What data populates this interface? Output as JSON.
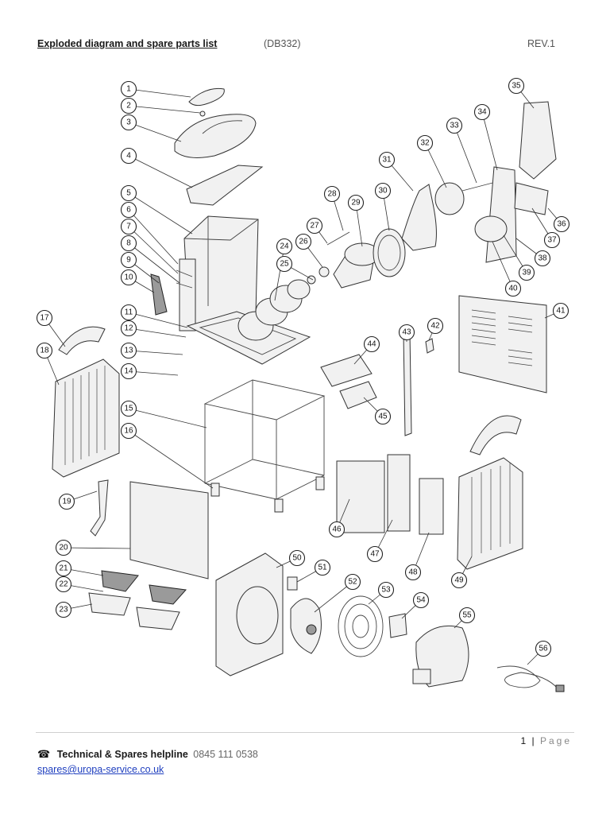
{
  "header": {
    "title": "Exploded diagram and spare parts list",
    "code": "(DB332)",
    "revision": "REV.1"
  },
  "diagram": {
    "callouts": [
      "1",
      "2",
      "3",
      "4",
      "5",
      "6",
      "7",
      "8",
      "9",
      "10",
      "11",
      "12",
      "13",
      "14",
      "15",
      "16",
      "17",
      "18",
      "19",
      "20",
      "21",
      "22",
      "23",
      "24",
      "25",
      "26",
      "27",
      "28",
      "29",
      "30",
      "31",
      "32",
      "33",
      "34",
      "35",
      "36",
      "37",
      "38",
      "39",
      "40",
      "41",
      "42",
      "43",
      "44",
      "45",
      "46",
      "47",
      "48",
      "49",
      "50",
      "51",
      "52",
      "53",
      "54",
      "55",
      "56"
    ]
  },
  "footer": {
    "page_number": "1",
    "separator": "|",
    "page_label": "Page",
    "phone_icon": "telephone-icon",
    "helpline_label": "Technical & Spares helpline",
    "helpline_number": "0845 111 0538",
    "email": "spares@uropa-service.co.uk"
  }
}
